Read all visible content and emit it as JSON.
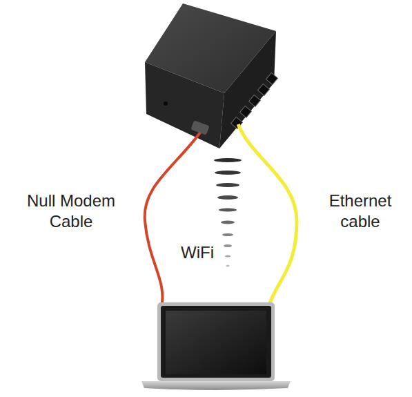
{
  "diagram": {
    "labels": [
      "Null Modem Cable",
      "Ethernet cable",
      "WiFi"
    ]
  }
}
